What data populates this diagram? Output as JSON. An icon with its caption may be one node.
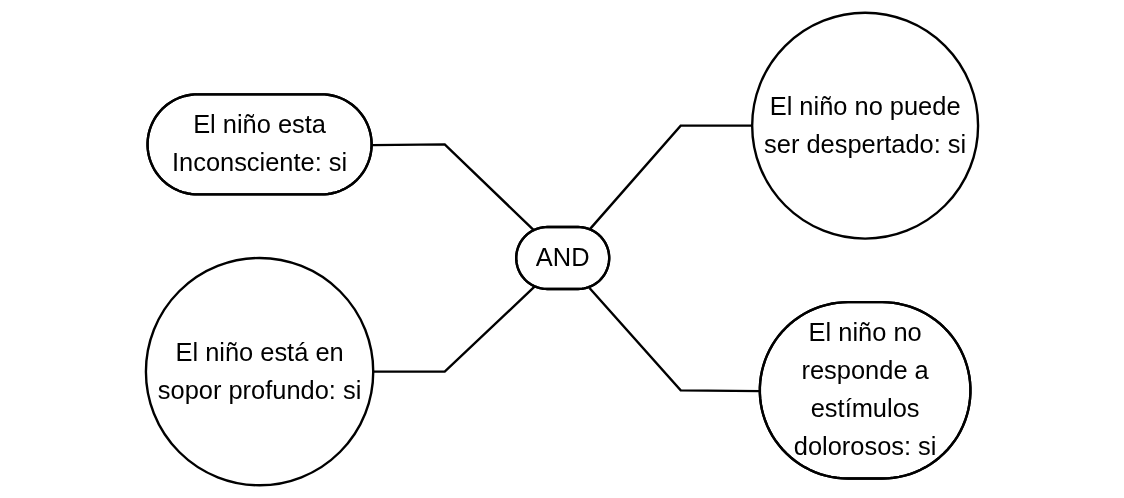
{
  "diagram": {
    "nodes": [
      {
        "text": [
          "El niño esta Inconsciente: si"
        ]
      },
      {
        "text": [
          "El niño está en sopor profundo: si"
        ]
      },
      {
        "text": [
          "AND"
        ]
      },
      {
        "text": [
          "El niño no puede ser despertado: si"
        ]
      },
      {
        "text": [
          "El niño no responde a estímulos dolorosos: si"
        ]
      }
    ],
    "edges": [
      {
        "from": 0,
        "to": 2,
        "arrow": "none"
      },
      {
        "from": 1,
        "to": 2,
        "arrow": "none"
      },
      {
        "from": 2,
        "to": 3,
        "arrow": "none"
      },
      {
        "from": 2,
        "to": 4,
        "arrow": "none"
      }
    ]
  }
}
